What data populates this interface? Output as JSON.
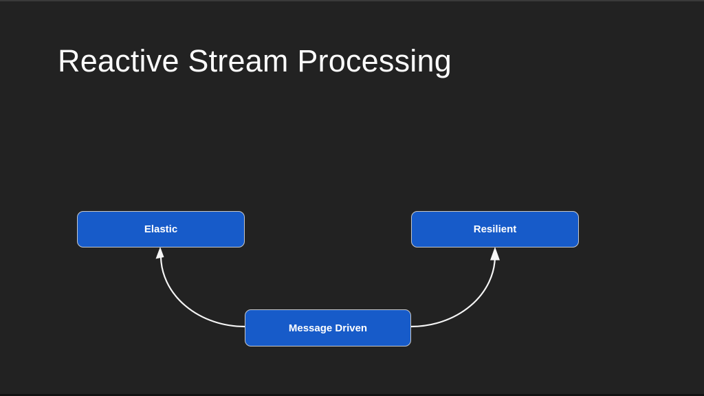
{
  "slide": {
    "title": "Reactive Stream Processing"
  },
  "diagram": {
    "nodes": [
      {
        "id": "elastic",
        "label": "Elastic"
      },
      {
        "id": "resilient",
        "label": "Resilient"
      },
      {
        "id": "message_driven",
        "label": "Message Driven"
      }
    ],
    "edges": [
      {
        "from": "Message Driven",
        "to": "Elastic",
        "style": "curved-arrow"
      },
      {
        "from": "Message Driven",
        "to": "Resilient",
        "style": "curved-arrow"
      }
    ]
  },
  "theme": {
    "background": "#222222",
    "title_color": "#fbfbfb",
    "node_fill": "#175bc9",
    "node_border": "#c8c8c8",
    "node_text": "#ffffff",
    "arrow_color": "#f5f5f5"
  }
}
